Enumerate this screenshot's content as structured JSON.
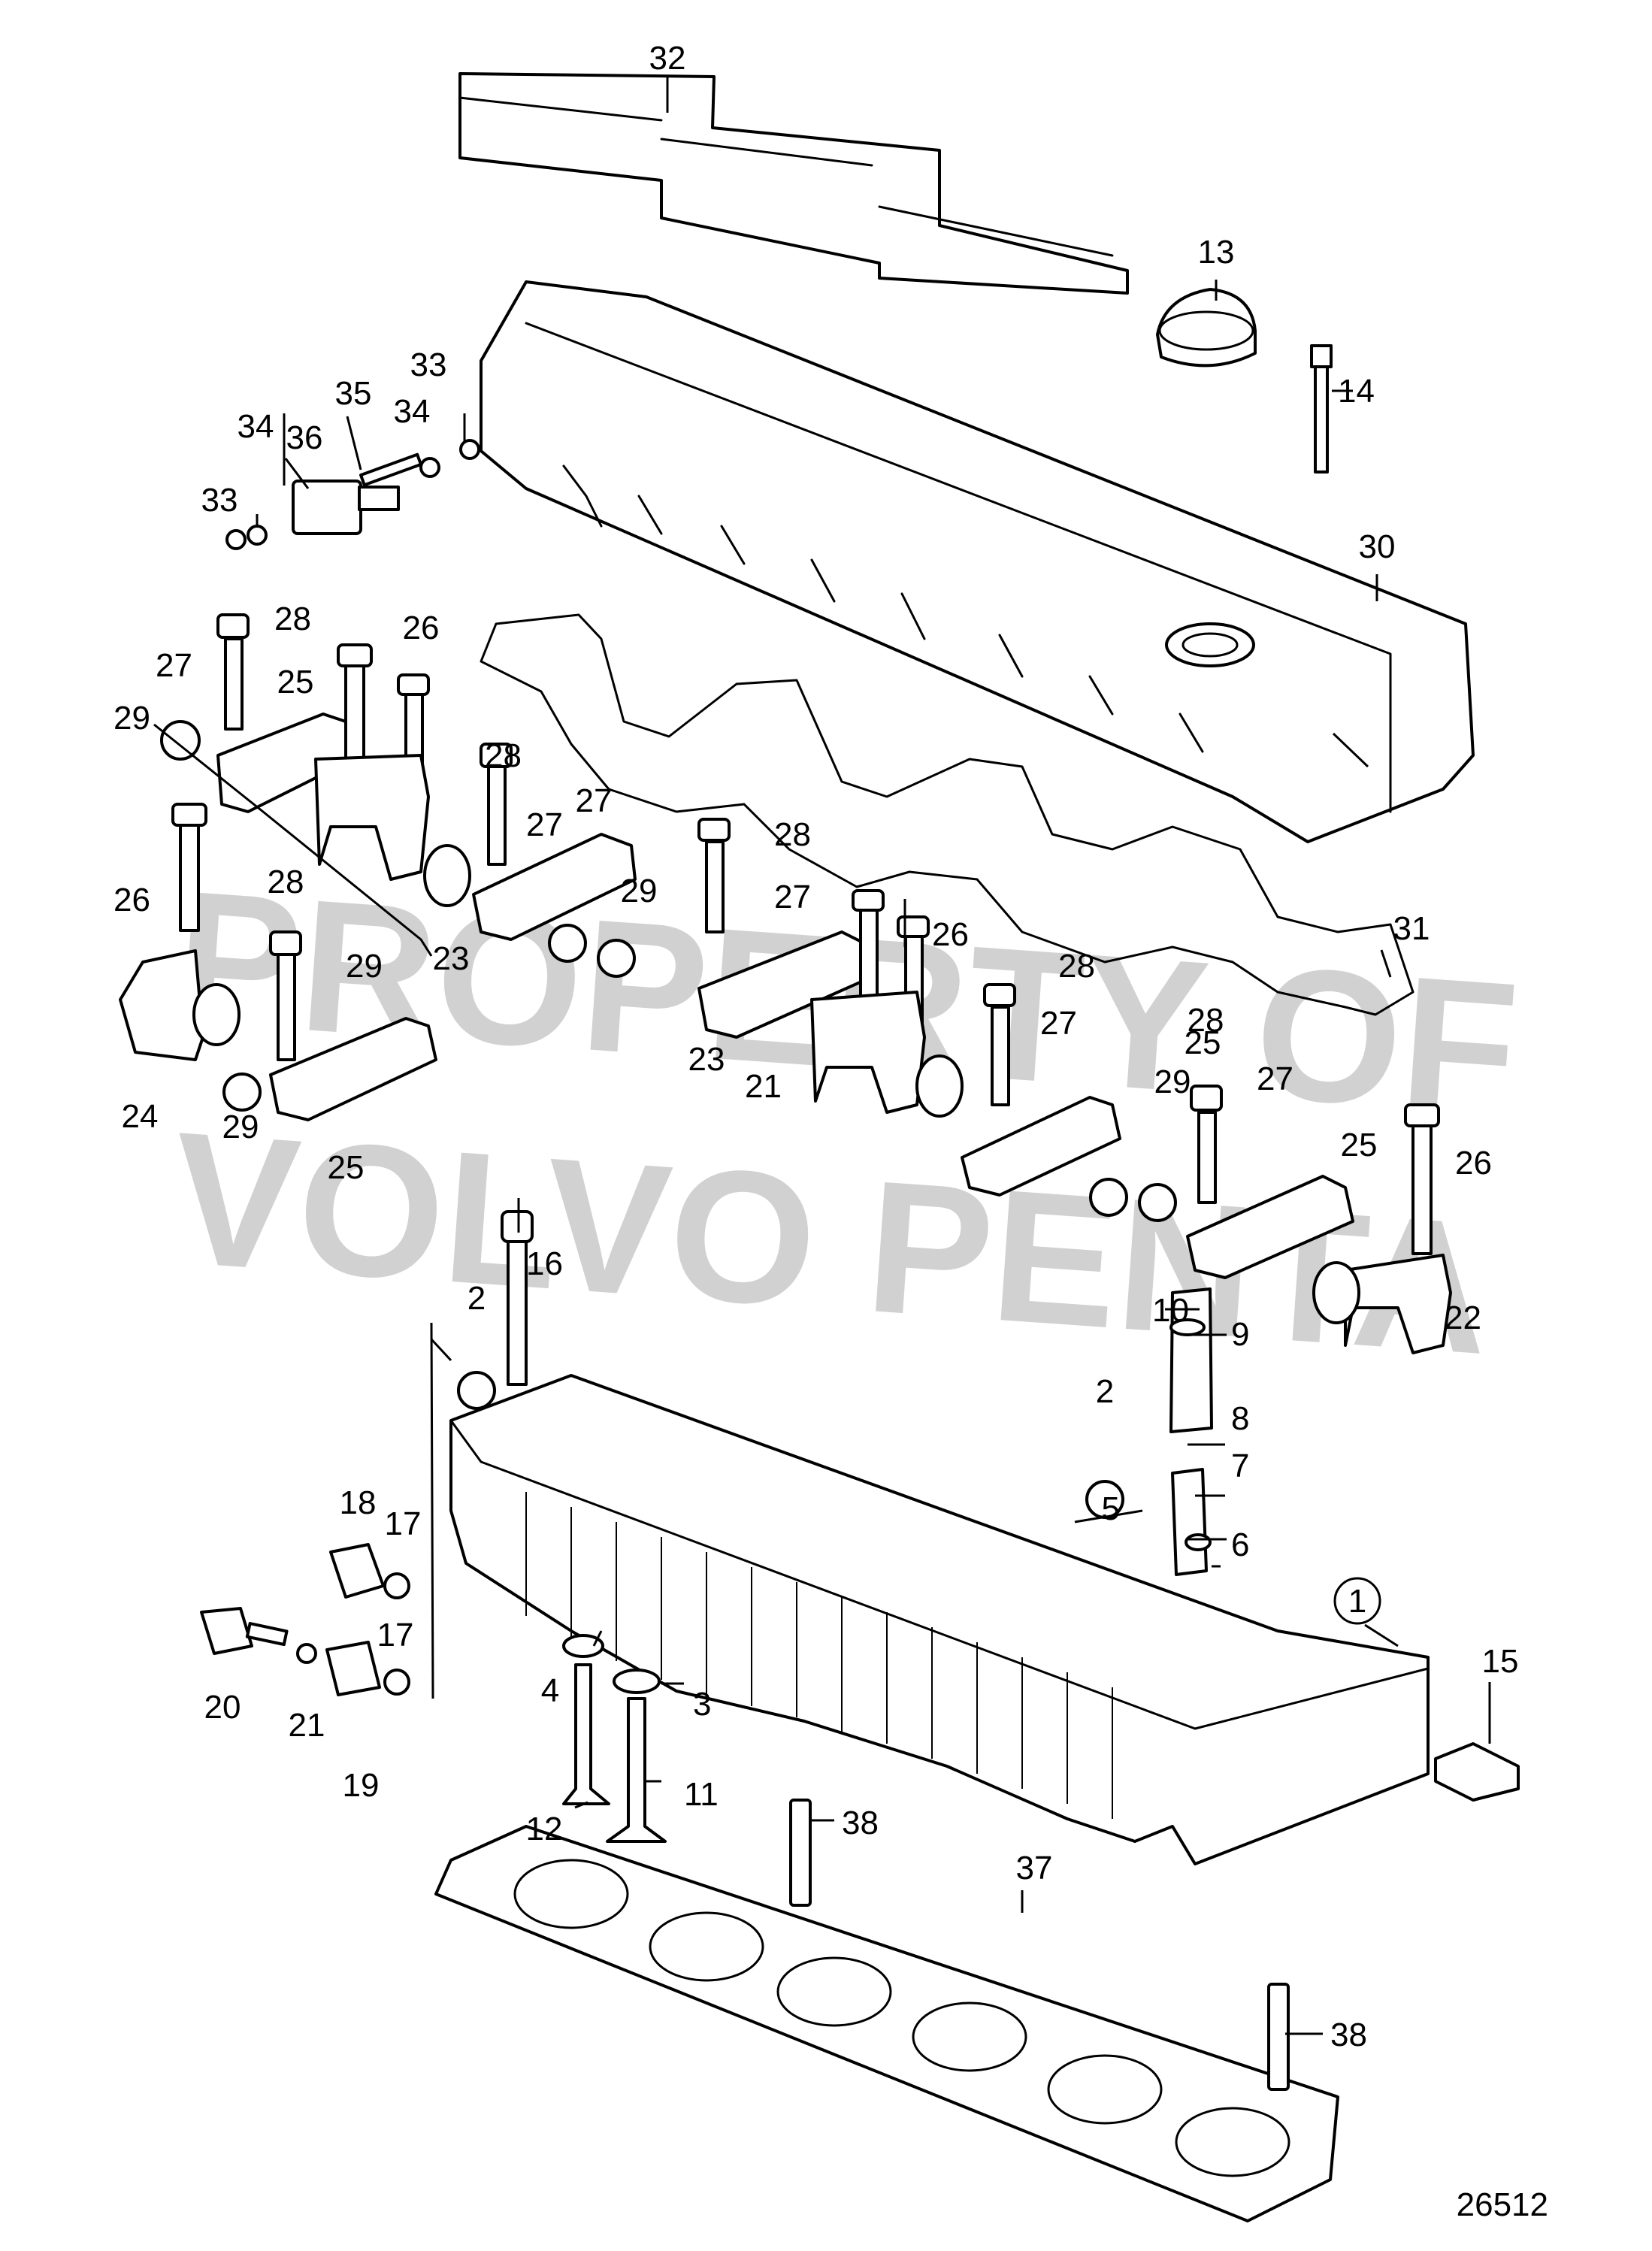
{
  "watermark": {
    "line1": "PROPERTY OF",
    "line2": "VOLVO PENTA"
  },
  "drawing_number": "26512",
  "callouts": [
    {
      "id": "c32",
      "text": "32",
      "anchor": "middle"
    },
    {
      "id": "c13",
      "text": "13",
      "anchor": "middle"
    },
    {
      "id": "c14",
      "text": "14",
      "anchor": "start"
    },
    {
      "id": "c33a",
      "text": "33",
      "anchor": "middle"
    },
    {
      "id": "c35",
      "text": "35",
      "anchor": "middle"
    },
    {
      "id": "c34a",
      "text": "34",
      "anchor": "middle"
    },
    {
      "id": "c34b",
      "text": "34",
      "anchor": "middle"
    },
    {
      "id": "c36",
      "text": "36",
      "anchor": "middle"
    },
    {
      "id": "c33b",
      "text": "33",
      "anchor": "middle"
    },
    {
      "id": "c30",
      "text": "30",
      "anchor": "middle"
    },
    {
      "id": "c28a",
      "text": "28",
      "anchor": "start"
    },
    {
      "id": "c26a",
      "text": "26",
      "anchor": "middle"
    },
    {
      "id": "c27a",
      "text": "27",
      "anchor": "end"
    },
    {
      "id": "c25a",
      "text": "25",
      "anchor": "middle"
    },
    {
      "id": "c29a",
      "text": "29",
      "anchor": "end"
    },
    {
      "id": "c28b",
      "text": "28",
      "anchor": "start"
    },
    {
      "id": "c27b",
      "text": "27",
      "anchor": "start"
    },
    {
      "id": "c27c",
      "text": "27",
      "anchor": "middle"
    },
    {
      "id": "c28c",
      "text": "28",
      "anchor": "start"
    },
    {
      "id": "c31",
      "text": "31",
      "anchor": "middle"
    },
    {
      "id": "c26b",
      "text": "26",
      "anchor": "end"
    },
    {
      "id": "c28d",
      "text": "28",
      "anchor": "middle"
    },
    {
      "id": "c29b",
      "text": "29",
      "anchor": "middle"
    },
    {
      "id": "c27d",
      "text": "27",
      "anchor": "start"
    },
    {
      "id": "c26c",
      "text": "26",
      "anchor": "start"
    },
    {
      "id": "c23a",
      "text": "23",
      "anchor": "middle"
    },
    {
      "id": "c28e",
      "text": "28",
      "anchor": "start"
    },
    {
      "id": "c29c",
      "text": "29",
      "anchor": "start"
    },
    {
      "id": "c27e",
      "text": "27",
      "anchor": "start"
    },
    {
      "id": "c25b",
      "text": "25",
      "anchor": "middle"
    },
    {
      "id": "c28f",
      "text": "28",
      "anchor": "middle"
    },
    {
      "id": "c23b",
      "text": "23",
      "anchor": "middle"
    },
    {
      "id": "c21a",
      "text": "21",
      "anchor": "end"
    },
    {
      "id": "c27f",
      "text": "27",
      "anchor": "start"
    },
    {
      "id": "c24",
      "text": "24",
      "anchor": "middle"
    },
    {
      "id": "c29d",
      "text": "29",
      "anchor": "middle"
    },
    {
      "id": "c25c",
      "text": "25",
      "anchor": "middle"
    },
    {
      "id": "c29e",
      "text": "29",
      "anchor": "middle"
    },
    {
      "id": "c25d",
      "text": "25",
      "anchor": "middle"
    },
    {
      "id": "c26d",
      "text": "26",
      "anchor": "start"
    },
    {
      "id": "c16",
      "text": "16",
      "anchor": "start"
    },
    {
      "id": "c10",
      "text": "10",
      "anchor": "end"
    },
    {
      "id": "c9",
      "text": "9",
      "anchor": "start"
    },
    {
      "id": "c22",
      "text": "22",
      "anchor": "start"
    },
    {
      "id": "c2a",
      "text": "2",
      "anchor": "middle"
    },
    {
      "id": "c2b",
      "text": "2",
      "anchor": "middle"
    },
    {
      "id": "c8",
      "text": "8",
      "anchor": "start"
    },
    {
      "id": "c7",
      "text": "7",
      "anchor": "start"
    },
    {
      "id": "c5",
      "text": "5",
      "anchor": "end"
    },
    {
      "id": "c6",
      "text": "6",
      "anchor": "start"
    },
    {
      "id": "c18",
      "text": "18",
      "anchor": "middle"
    },
    {
      "id": "c17a",
      "text": "17",
      "anchor": "middle"
    },
    {
      "id": "c1",
      "text": "1",
      "anchor": "middle"
    },
    {
      "id": "c17b",
      "text": "17",
      "anchor": "middle"
    },
    {
      "id": "c15",
      "text": "15",
      "anchor": "middle"
    },
    {
      "id": "c20",
      "text": "20",
      "anchor": "middle"
    },
    {
      "id": "c21b",
      "text": "21",
      "anchor": "middle"
    },
    {
      "id": "c4",
      "text": "4",
      "anchor": "middle"
    },
    {
      "id": "c3",
      "text": "3",
      "anchor": "start"
    },
    {
      "id": "c19",
      "text": "19",
      "anchor": "middle"
    },
    {
      "id": "c11",
      "text": "11",
      "anchor": "start"
    },
    {
      "id": "c12",
      "text": "12",
      "anchor": "middle"
    },
    {
      "id": "c38a",
      "text": "38",
      "anchor": "start"
    },
    {
      "id": "c37",
      "text": "37",
      "anchor": "middle"
    },
    {
      "id": "c38b",
      "text": "38",
      "anchor": "start"
    }
  ]
}
